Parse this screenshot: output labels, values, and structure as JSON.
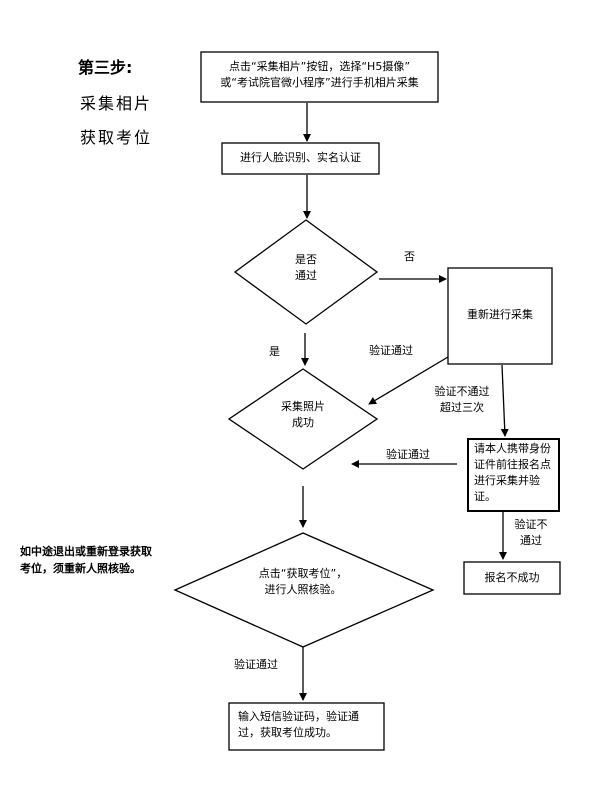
{
  "sidebar": {
    "step_title": "第三步:",
    "line1": "采集相片",
    "line2": "获取考位"
  },
  "nodes": {
    "start_line1": "点击“采集相片”按钮，选择“H5摄像”",
    "start_line2": "或“考试院官微小程序”进行手机相片采集",
    "face_verify": "进行人脸识别、实名认证",
    "pass_q_line1": "是否",
    "pass_q_line2": "通过",
    "recollect": "重新进行采集",
    "photo_ok_line1": "采集照片",
    "photo_ok_line2": "成功",
    "in_person_line1": "请本人携带身份",
    "in_person_line2": "证件前往报名点",
    "in_person_line3": "进行采集并验",
    "in_person_line4": "证。",
    "fail": "报名不成功",
    "seat_line1": "点击“获取考位”，",
    "seat_line2": "进行人照核验。",
    "sms_line1": "输入短信验证码，验证通",
    "sms_line2": "过，获取考位成功。"
  },
  "edges": {
    "no": "否",
    "yes": "是",
    "pass1": "验证通过",
    "fail3_line1": "验证不通过",
    "fail3_line2": "超过三次",
    "pass2": "验证通过",
    "notpass_line1": "验证不",
    "notpass_line2": "通过",
    "pass3": "验证通过"
  },
  "note": {
    "line1": "如中途退出或重新登录获取",
    "line2": "考位，须重新人照核验。"
  }
}
